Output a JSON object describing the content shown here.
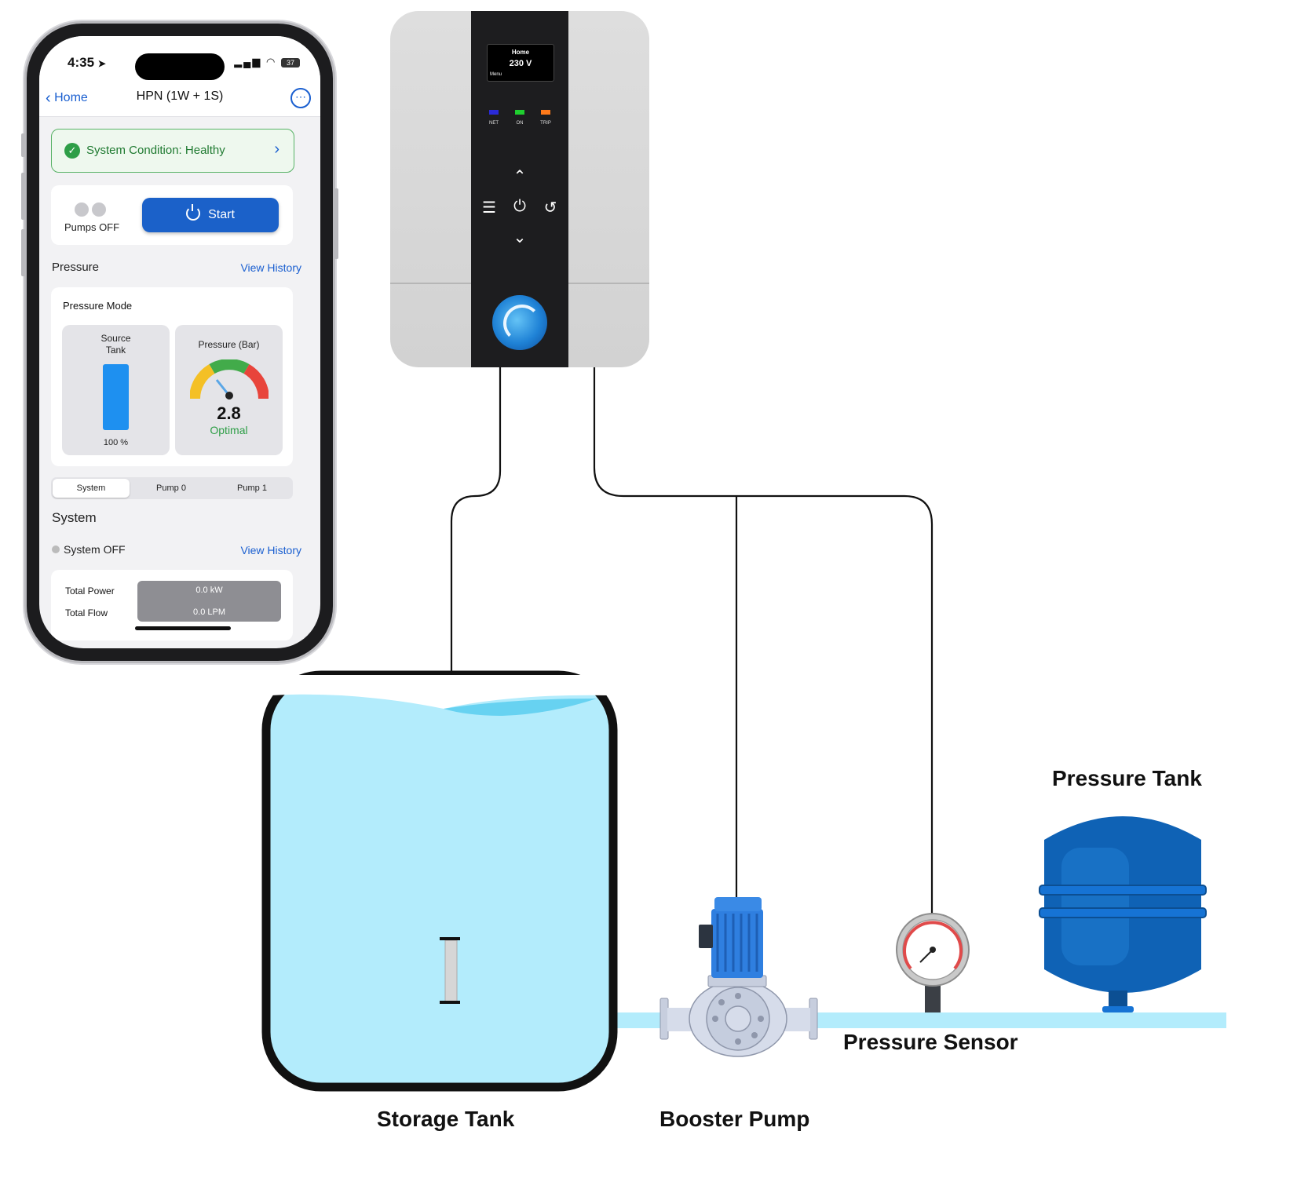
{
  "phone": {
    "status": {
      "time": "4:35",
      "battery": "37"
    },
    "nav": {
      "back_label": "Home",
      "title": "HPN (1W + 1S)"
    },
    "condition": {
      "label": "System Condition: Healthy"
    },
    "pumps": {
      "status_label": "Pumps OFF",
      "start_label": "Start"
    },
    "pressure": {
      "section_title": "Pressure",
      "history_link": "View History",
      "mode_title": "Pressure Mode",
      "source_tank_label": "Source\nTank",
      "source_tank_level_percent": 100,
      "source_tank_level_label": "100 %",
      "gauge_label": "Pressure (Bar)",
      "gauge_value": "2.8",
      "gauge_status": "Optimal"
    },
    "tabs": [
      "System",
      "Pump 0",
      "Pump 1"
    ],
    "system": {
      "section_title": "System",
      "status_label": "System OFF",
      "history_link": "View History",
      "metrics": [
        {
          "label": "Total Power",
          "value": "0.0 kW"
        },
        {
          "label": "Total Flow",
          "value": "0.0 LPM"
        }
      ]
    }
  },
  "controller": {
    "display": {
      "title": "Home",
      "voltage": "230 V",
      "menu": "Menu"
    },
    "leds": [
      {
        "label": "NET",
        "color": "#2a2ad8"
      },
      {
        "label": "ON",
        "color": "#1fce2f"
      },
      {
        "label": "TRIP",
        "color": "#ff7a1a"
      }
    ]
  },
  "labels": {
    "storage_tank": "Storage Tank",
    "booster_pump": "Booster Pump",
    "pressure_sensor": "Pressure Sensor",
    "pressure_tank": "Pressure Tank"
  },
  "colors": {
    "water": "#b3ecfc",
    "water_surface": "#67d2f1",
    "pump_blue": "#2f7fe0",
    "tank_blue": "#0f62b5",
    "accent": "#1b61c9",
    "healthy": "#2e9e47"
  }
}
